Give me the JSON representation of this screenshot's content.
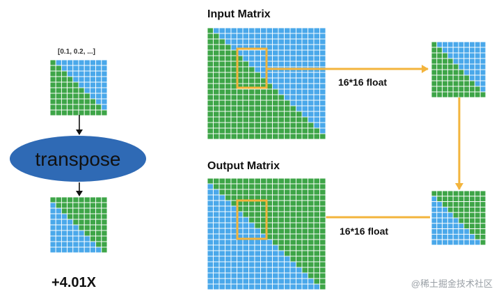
{
  "left": {
    "vector_label": "[0.1, 0.2, ...]",
    "operation_label": "transpose",
    "speedup_label": "+4.01X"
  },
  "right": {
    "input_title": "Input Matrix",
    "output_title": "Output Matrix",
    "tile_label_top": "16*16 float",
    "tile_label_bottom": "16*16 float"
  },
  "watermark": "@稀土掘金技术社区",
  "colors": {
    "cell_blue": "#4aa8ea",
    "cell_green": "#3ea548",
    "grid_line": "#ffffff",
    "highlight": "#f3b43c",
    "ellipse_fill": "#2f6ab5",
    "ellipse_text": "#111111",
    "arrow_black": "#111111"
  },
  "icons": {
    "arrow_down": "arrow-down-icon",
    "arrow_right": "arrow-right-icon",
    "arrow_left": "arrow-left-icon"
  }
}
